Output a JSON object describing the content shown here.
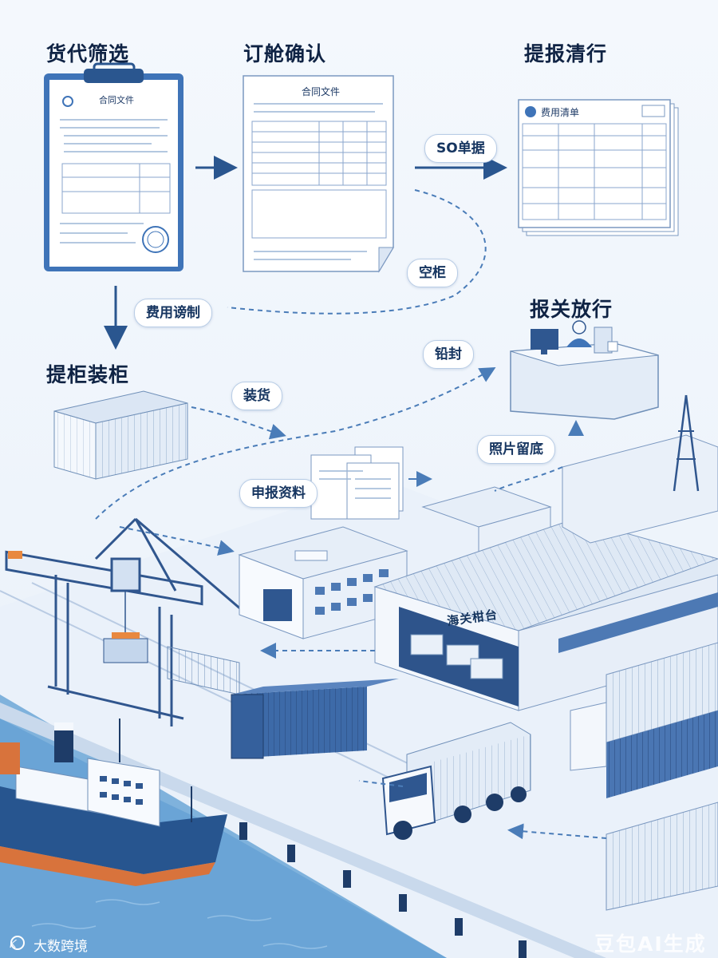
{
  "steps": {
    "freight_select": "货代筛选",
    "booking_confirm": "订舱确认",
    "bl_clearance": "提报清行",
    "customs_release": "报关放行",
    "pickup_loading": "提柜装柜"
  },
  "labels": {
    "so_order": "SO单据",
    "empty_container": "空柜",
    "fee_drafting": "费用谤制",
    "seal": "铅封",
    "loading": "装货",
    "photo_archive": "照片留底",
    "declaration_docs": "申报资料"
  },
  "documents": {
    "clipboard_contract": "合同文件",
    "booking_contract": "合同文件",
    "fee_list": "费用清单"
  },
  "warehouse_label": "海关柑台",
  "brand": {
    "logo_text": "K",
    "name": "大数跨境"
  },
  "watermark": "豆包AI生成",
  "colors": {
    "primary": "#1d4f91",
    "accent_blue": "#3f74b8",
    "light_blue": "#dbe8f6",
    "sea": "#5f9bd2",
    "hull_orange": "#d8733c"
  }
}
